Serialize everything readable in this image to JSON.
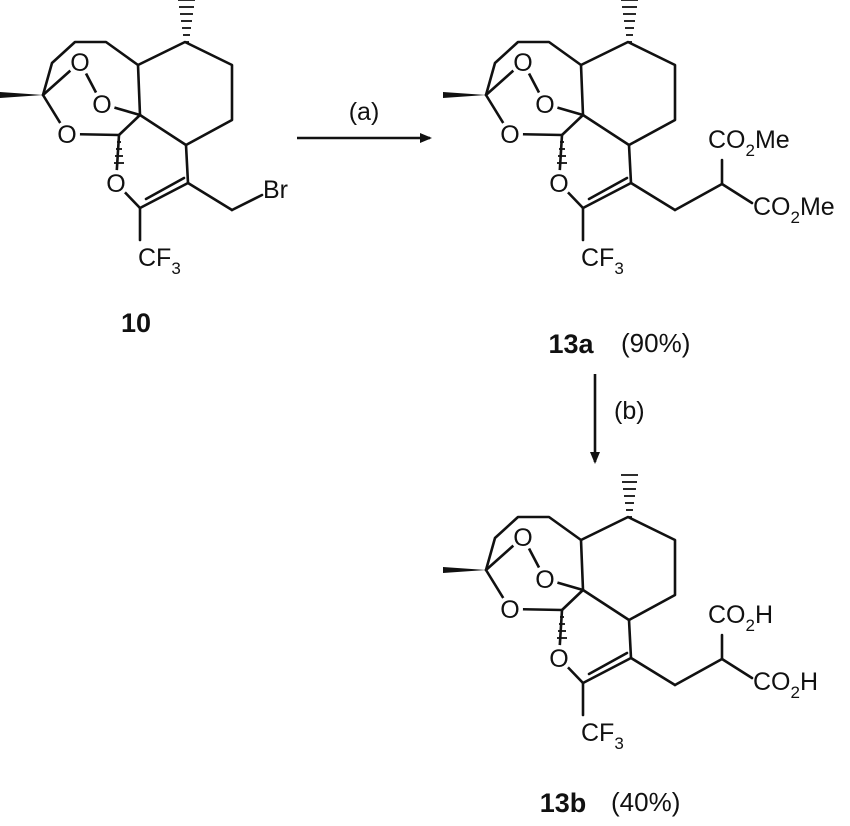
{
  "scheme": {
    "atoms": {
      "oxygen": "O",
      "bromo": "Br",
      "cf3_main": "CF",
      "cf3_sub": "3",
      "ester_main": "CO",
      "ester_sub": "2",
      "ester_tail": "Me",
      "acid_main": "CO",
      "acid_sub": "2",
      "acid_tail": "H"
    },
    "compounds": [
      {
        "label": "10",
        "yield": ""
      },
      {
        "label": "13a",
        "yield": "(90%)"
      },
      {
        "label": "13b",
        "yield": "(40%)"
      }
    ],
    "steps": [
      {
        "label": "(a)"
      },
      {
        "label": "(b)"
      }
    ]
  }
}
